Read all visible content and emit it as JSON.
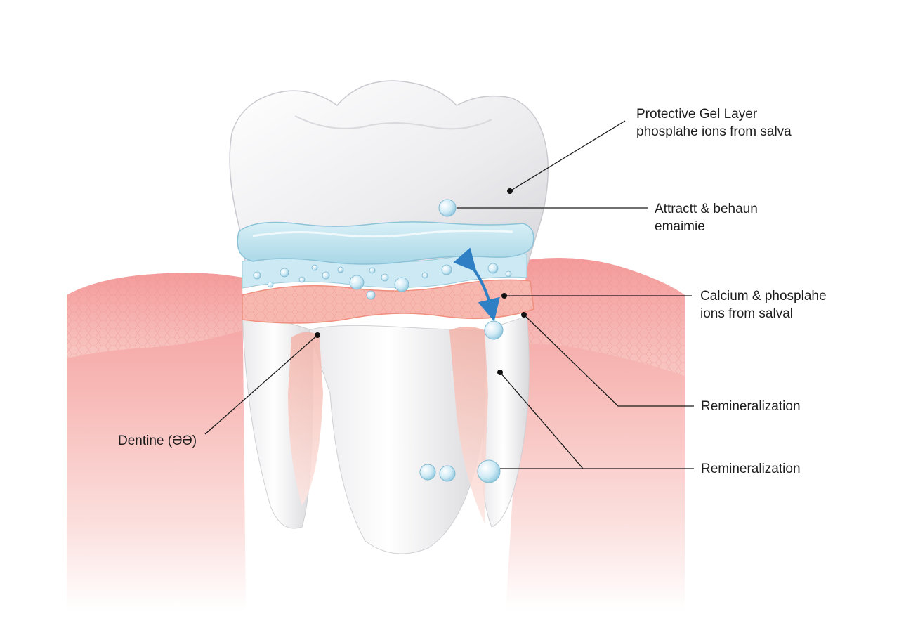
{
  "labels": {
    "protective_gel": {
      "line1": "Protective Gel Layer",
      "line2": "phosplahe ions from salva"
    },
    "attract": {
      "line1": "Attractt & behaun",
      "line2": "emaimie"
    },
    "calcium": {
      "line1": "Calcium & phosplahe",
      "line2": "ions from salval"
    },
    "remin_1": "Remineralization",
    "remin_2": "Remineralization",
    "dentine": "Dentine (ƏƏ)"
  },
  "colors": {
    "gum_light": "#f7c3c3",
    "gum_mid": "#f2a0a0",
    "gum_dark": "#ee8c8c",
    "enamel": "#f4f4f6",
    "gel": "#bfe3ef",
    "dentine_band": "#f5a88c",
    "arrow": "#2f7fc4",
    "leader": "#1a1a1a"
  },
  "icons": [
    "ion-bubble-icon",
    "double-arrow-icon"
  ]
}
